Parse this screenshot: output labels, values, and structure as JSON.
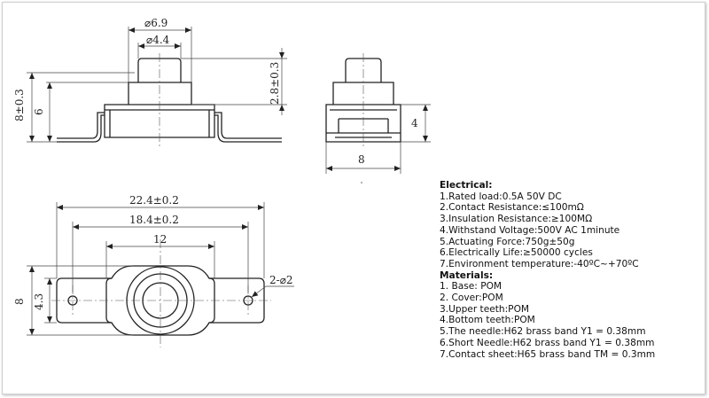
{
  "dimensions": {
    "side_outer_dia": "⌀6.9",
    "side_inner_dia": "⌀4.4",
    "side_height_total": "8±0.3",
    "side_height_body": "6",
    "side_button_height": "2.8±0.3",
    "end_height": "4",
    "end_width": "8",
    "top_length_outer": "22.4±0.2",
    "top_length_hole": "18.4±0.2",
    "top_length_body": "12",
    "top_height_total": "8",
    "top_height_half": "4.3",
    "hole_dia": "2-⌀2"
  },
  "specs": {
    "electrical_title": "Electrical:",
    "electrical": [
      "1.Rated load:0.5A 50V DC",
      "2.Contact Resistance:≤100mΩ",
      "3.Insulation Resistance:≥100MΩ",
      "4.Withstand Voltage:500V AC 1minute",
      "5.Actuating Force:750g±50g",
      "6.Electrically Life:≥50000 cycles",
      "7.Environment temperature:-40ºC~+70ºC"
    ],
    "materials_title": "Materials:",
    "materials": [
      "1. Base: POM",
      "2. Cover:POM",
      "3.Upper teeth:POM",
      "4.Bottom teeth:POM",
      "5.The needle:H62 brass band Y1 = 0.38mm",
      "6.Short Needle:H62 brass band Y1 = 0.38mm",
      "7.Contact sheet:H65 brass band TM = 0.3mm"
    ]
  }
}
